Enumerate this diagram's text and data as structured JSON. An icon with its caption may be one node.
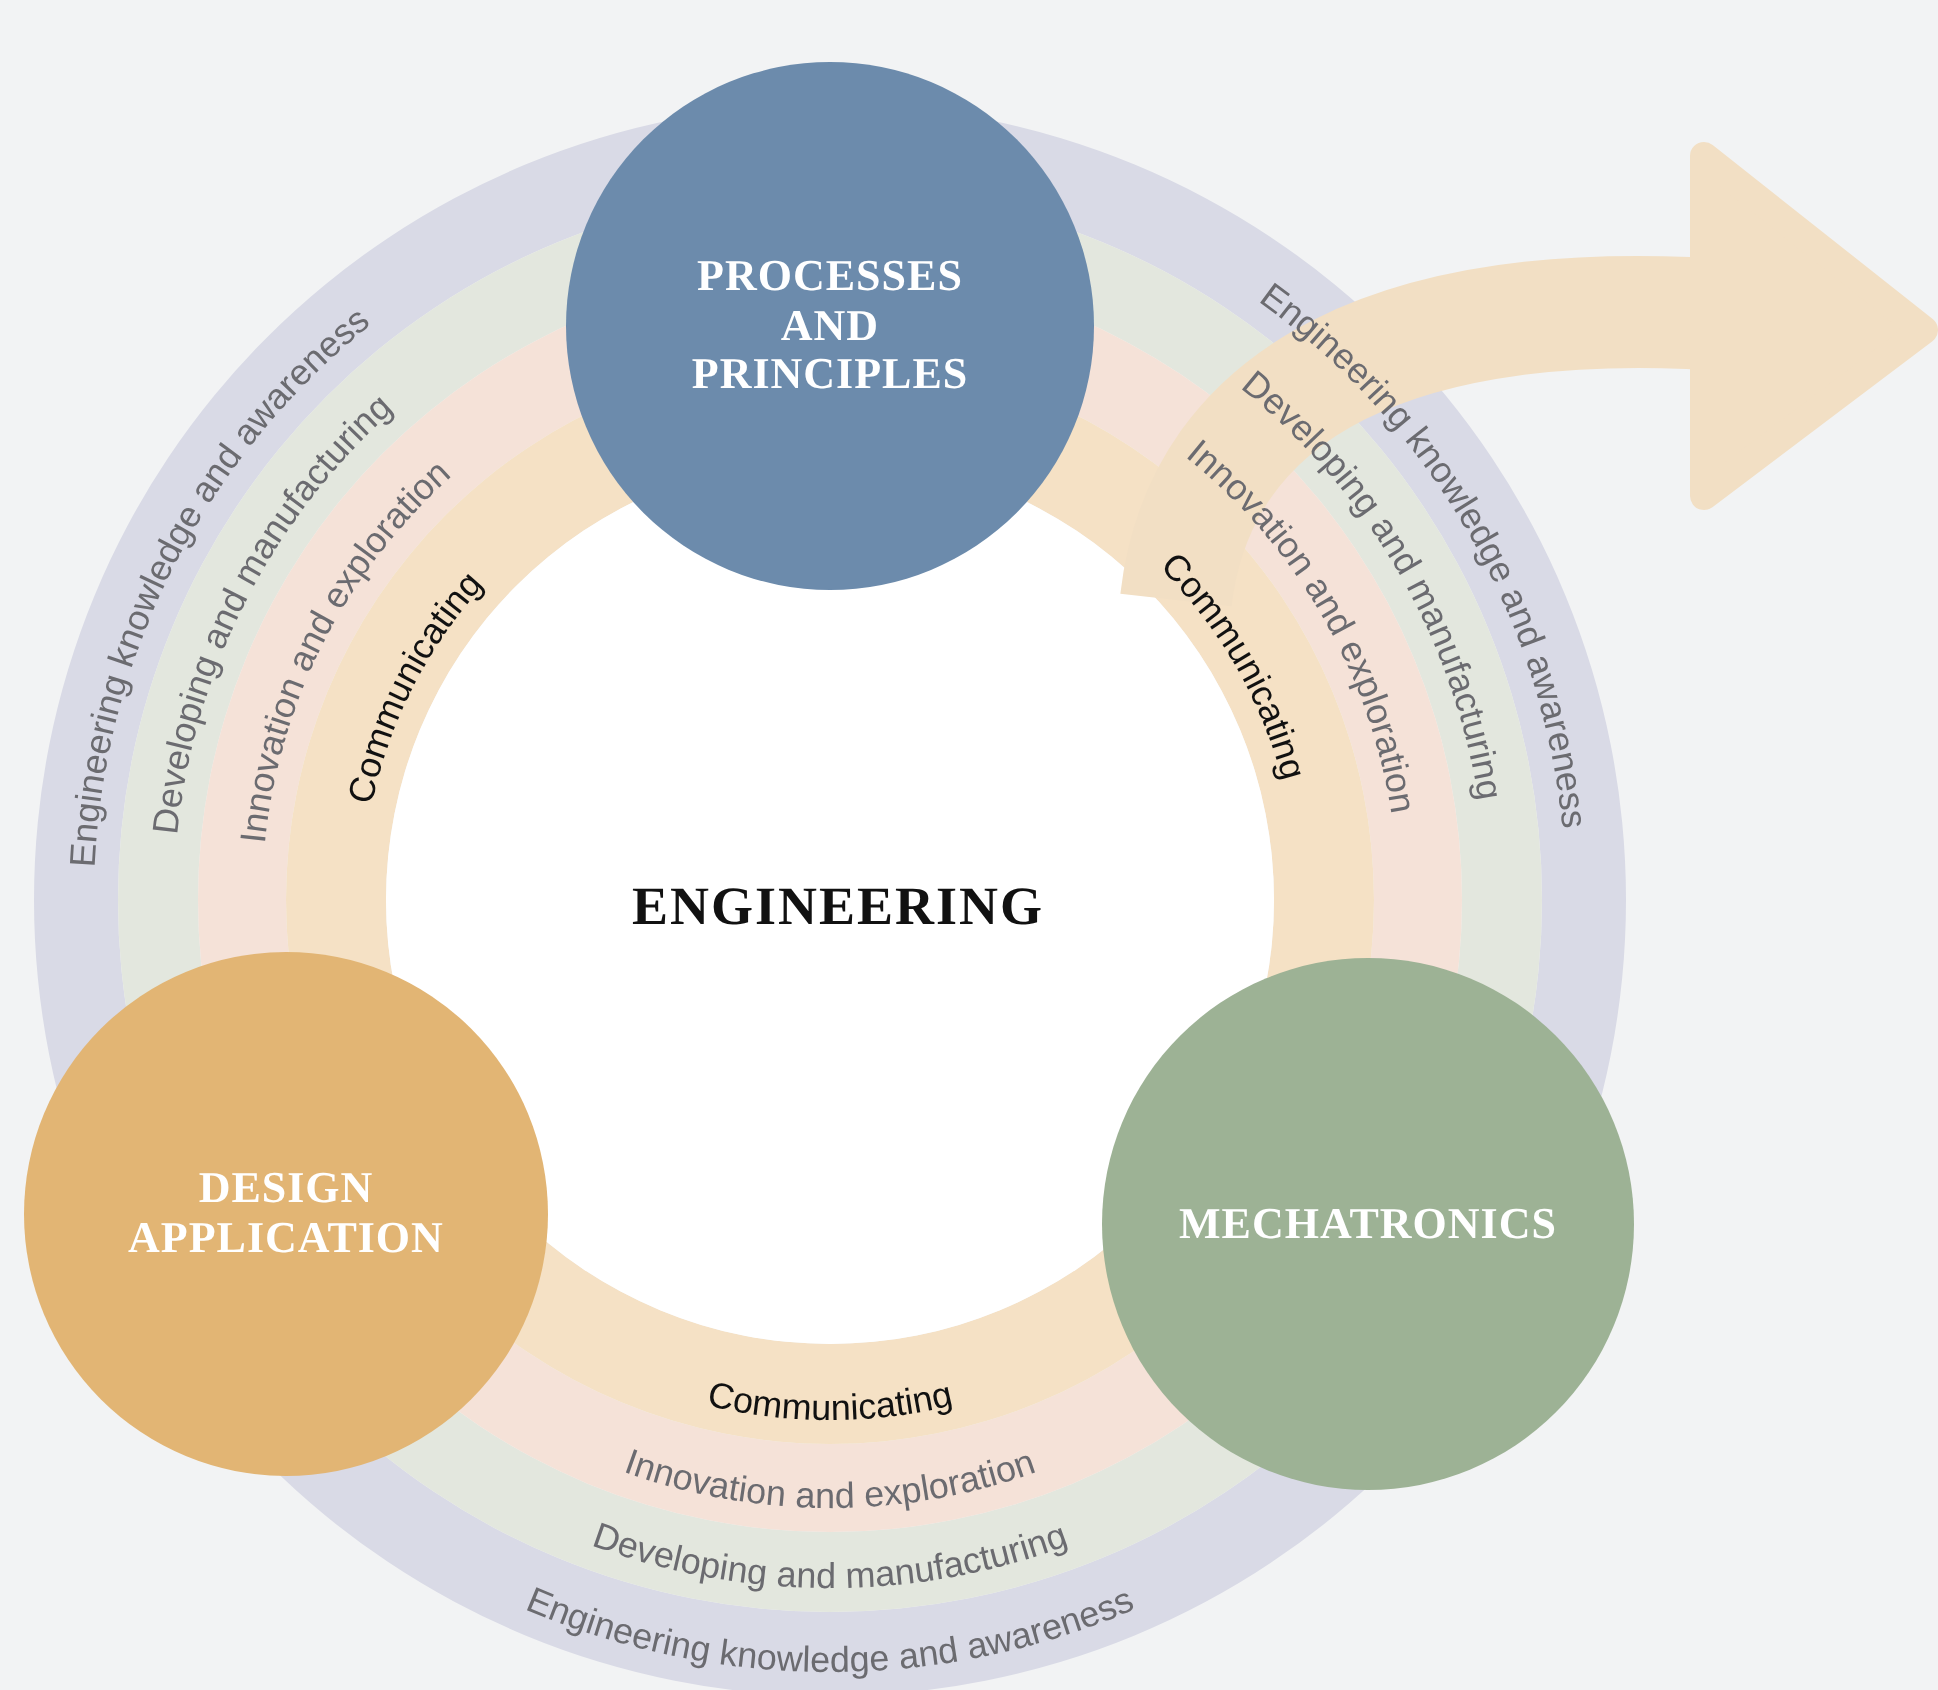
{
  "diagram": {
    "nodes": [
      {
        "text": [
          "PROCESSES AND PRINCIPLES"
        ]
      },
      {
        "text": [
          "DESIGN APPLICATION"
        ]
      },
      {
        "text": [
          "MECHATRONICS"
        ]
      }
    ],
    "labels": [
      "Engineering knowledge and awareness",
      "Developing and manufacturing",
      "Innovation and exploration",
      "Communicating",
      "Engineering knowledge and awareness",
      "Developing and manufacturing",
      "Innovation and exploration",
      "Communicating",
      "ENGINEERING",
      "Communicating",
      "Innovation and exploration",
      "Developing and manufacturing",
      "Engineering knowledge and awareness"
    ]
  }
}
